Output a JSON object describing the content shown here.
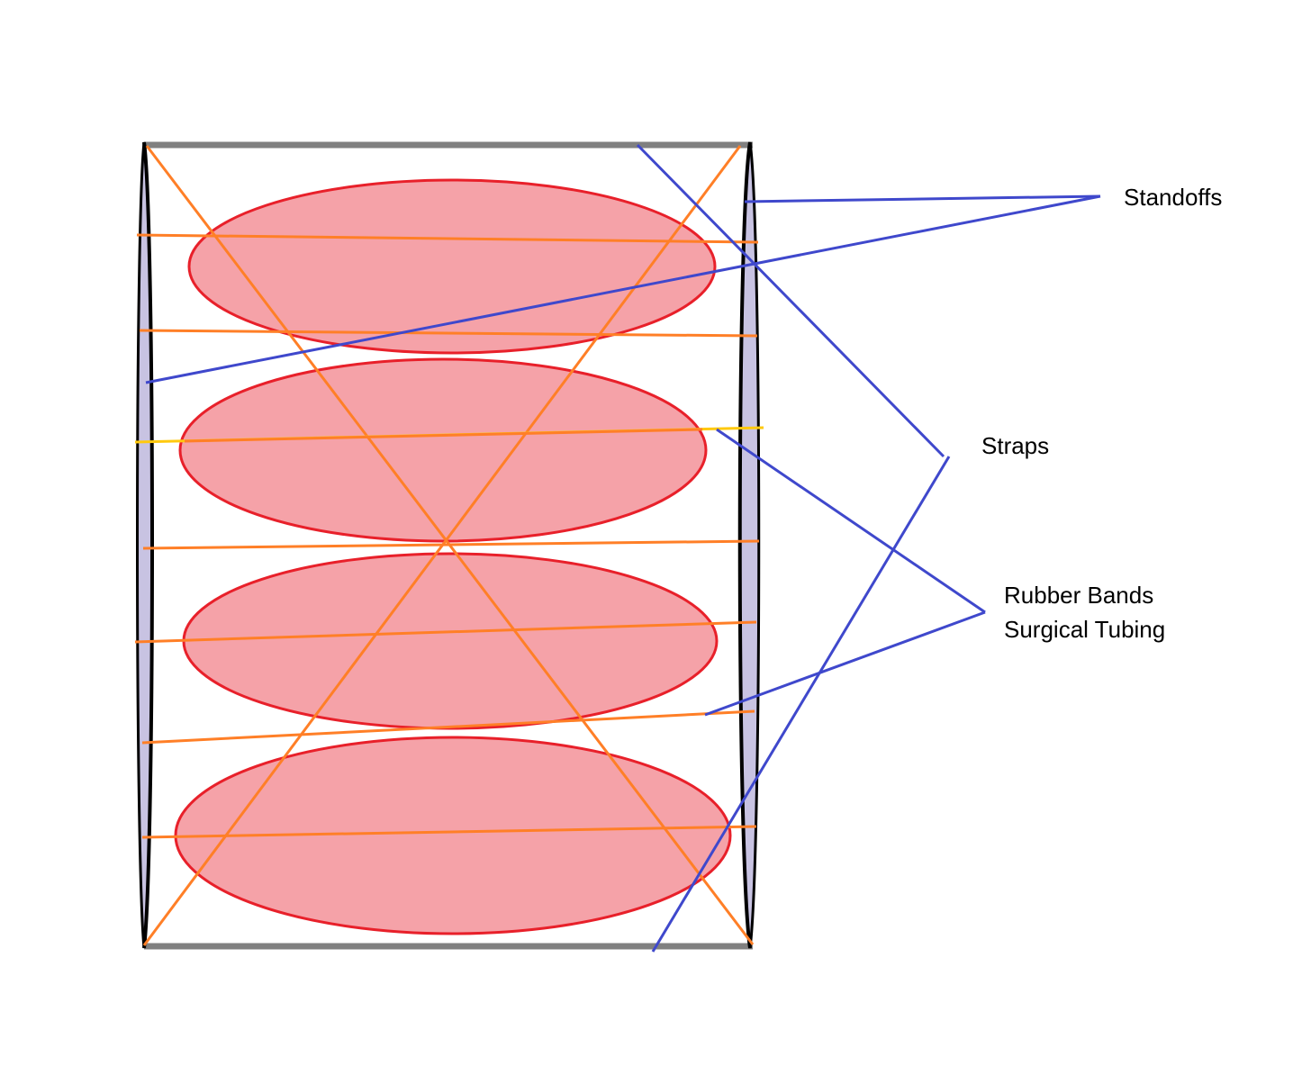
{
  "labels": {
    "standoffs": "Standoffs",
    "straps": "Straps",
    "rubber_bands_line1": "Rubber Bands",
    "rubber_bands_line2": "Surgical Tubing"
  },
  "colors": {
    "frame_gray": "#808080",
    "standoff_fill": "#c8c3e2",
    "standoff_outline": "#000000",
    "item_fill": "#f5a2a8",
    "item_outline": "#e8202a",
    "band_orange": "#ff7f27",
    "band_yellow": "#ffc90e",
    "leader_blue": "#3f48cc"
  },
  "icons": {
    "items": "ellipse-shape",
    "standoffs": "rod-shape"
  }
}
